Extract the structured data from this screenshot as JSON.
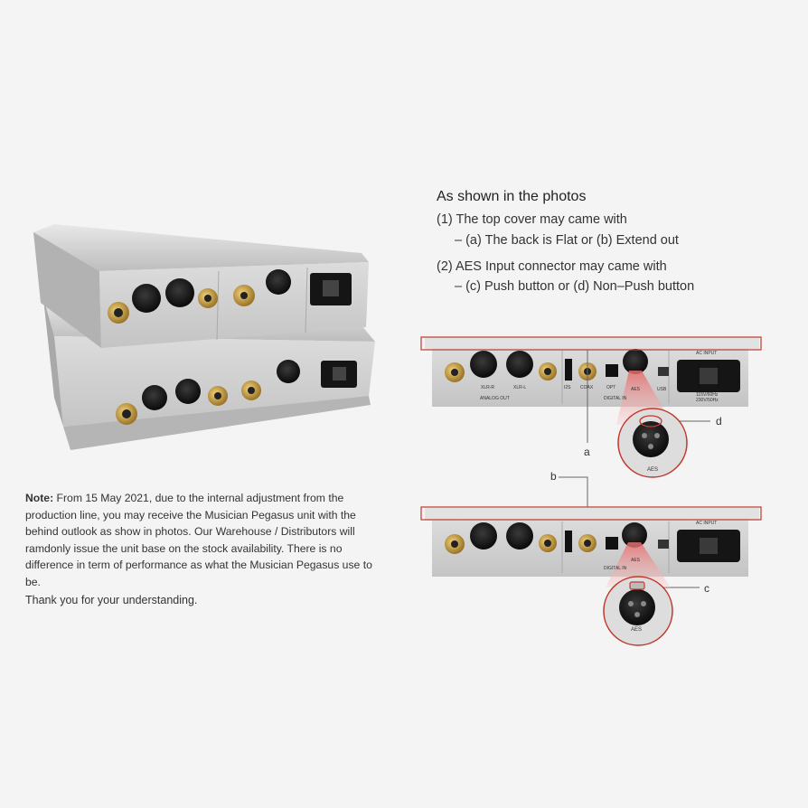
{
  "heading": "As shown in the photos",
  "lines": [
    "(1) The top cover may came with",
    "– (a) The back is Flat or (b) Extend out",
    "(2) AES Input connector may came with",
    "– (c) Push button or (d) Non–Push button"
  ],
  "note": {
    "label": "Note:",
    "text": " From 15 May 2021, due to the internal adjustment from the production line, you may receive the Musician Pegasus unit with the behind outlook as show in photos. Our Warehouse / Distributors will ramdonly issue the unit base on the stock availability. There is no difference in term of performance as what the Musician Pegasus use to be."
  },
  "thanks": "Thank you for your understanding.",
  "callouts": {
    "a": "a",
    "b": "b",
    "c": "c",
    "d": "d"
  },
  "panel_labels": {
    "ac_input": "AC INPUT",
    "analog_out": "ANALOG OUT",
    "digital_in": "DIGITAL IN",
    "aes": "AES",
    "voltage1": "115V/60Hz",
    "voltage2": "230V/50Hz",
    "xlr_r": "XLR-R",
    "xlr_l": "XLR-L",
    "i2s": "I2S",
    "coax": "COAX",
    "opt": "OPT",
    "usb": "USB"
  },
  "colors": {
    "callout_red": "#c0392b",
    "panel_silver": "#d6d6d6",
    "background": "#f4f4f4"
  }
}
